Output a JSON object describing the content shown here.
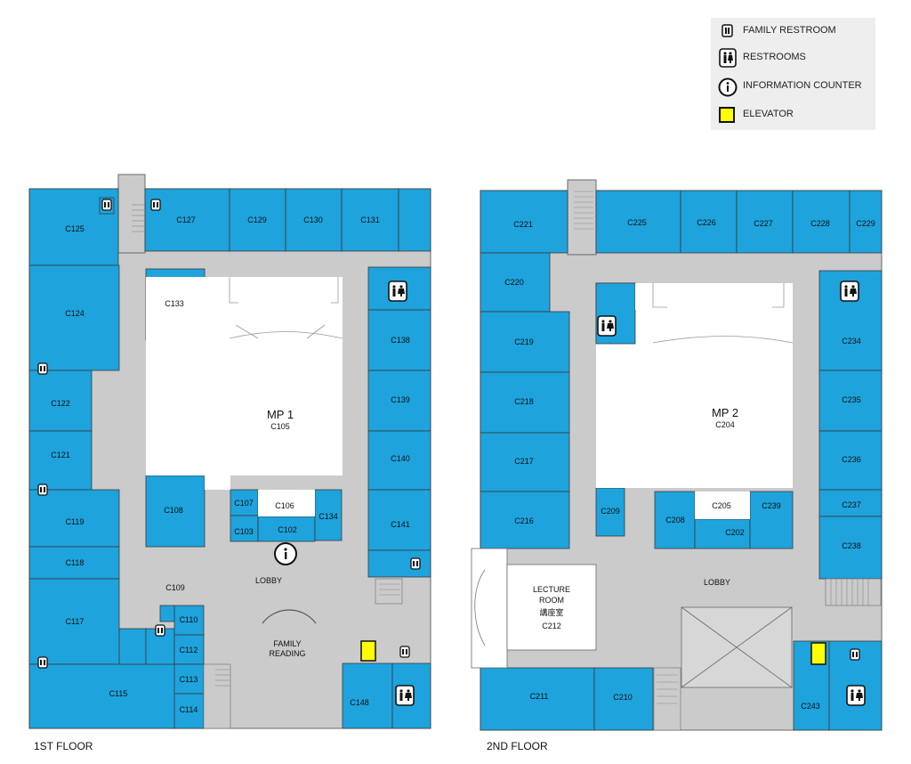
{
  "colors": {
    "room": "#1ea3dc",
    "corridor": "#cbcbcb",
    "open": "#ffffff",
    "elevator": "#ffff00",
    "line": "#3a3a3a"
  },
  "legend": {
    "items": [
      {
        "icon": "family-restroom-icon",
        "label": "FAMILY RESTROOM"
      },
      {
        "icon": "restrooms-icon",
        "label": "RESTROOMS"
      },
      {
        "icon": "information-icon",
        "label": "INFORMATION COUNTER"
      },
      {
        "icon": "elevator-icon",
        "label": "ELEVATOR"
      }
    ]
  },
  "floors": {
    "first": {
      "label": "1ST FLOOR",
      "rooms": [
        "C125",
        "C127",
        "C129",
        "C130",
        "C131",
        "C124",
        "C133",
        "C122",
        "C121",
        "C119",
        "C118",
        "C117",
        "C115",
        "C108",
        "C107",
        "C106",
        "C103",
        "C102",
        "C134",
        "C109",
        "C110",
        "C112",
        "C113",
        "C114",
        "C138",
        "C139",
        "C140",
        "C141",
        "C148"
      ],
      "main_hall": "MP 1",
      "main_hall_code": "C105",
      "lobby": "LOBBY",
      "family_reading": [
        "FAMILY",
        "READING"
      ]
    },
    "second": {
      "label": "2ND FLOOR",
      "rooms": [
        "C221",
        "C225",
        "C226",
        "C227",
        "C228",
        "C229",
        "C220",
        "C219",
        "C218",
        "C217",
        "C216",
        "C209",
        "C208",
        "C205",
        "C239",
        "C202",
        "C234",
        "C235",
        "C236",
        "C237",
        "C238",
        "C211",
        "C210",
        "C243"
      ],
      "main_hall": "MP 2",
      "main_hall_code": "C204",
      "lobby": "LOBBY",
      "lecture": [
        "LECTURE",
        "ROOM",
        "講座室",
        "C212"
      ]
    }
  }
}
